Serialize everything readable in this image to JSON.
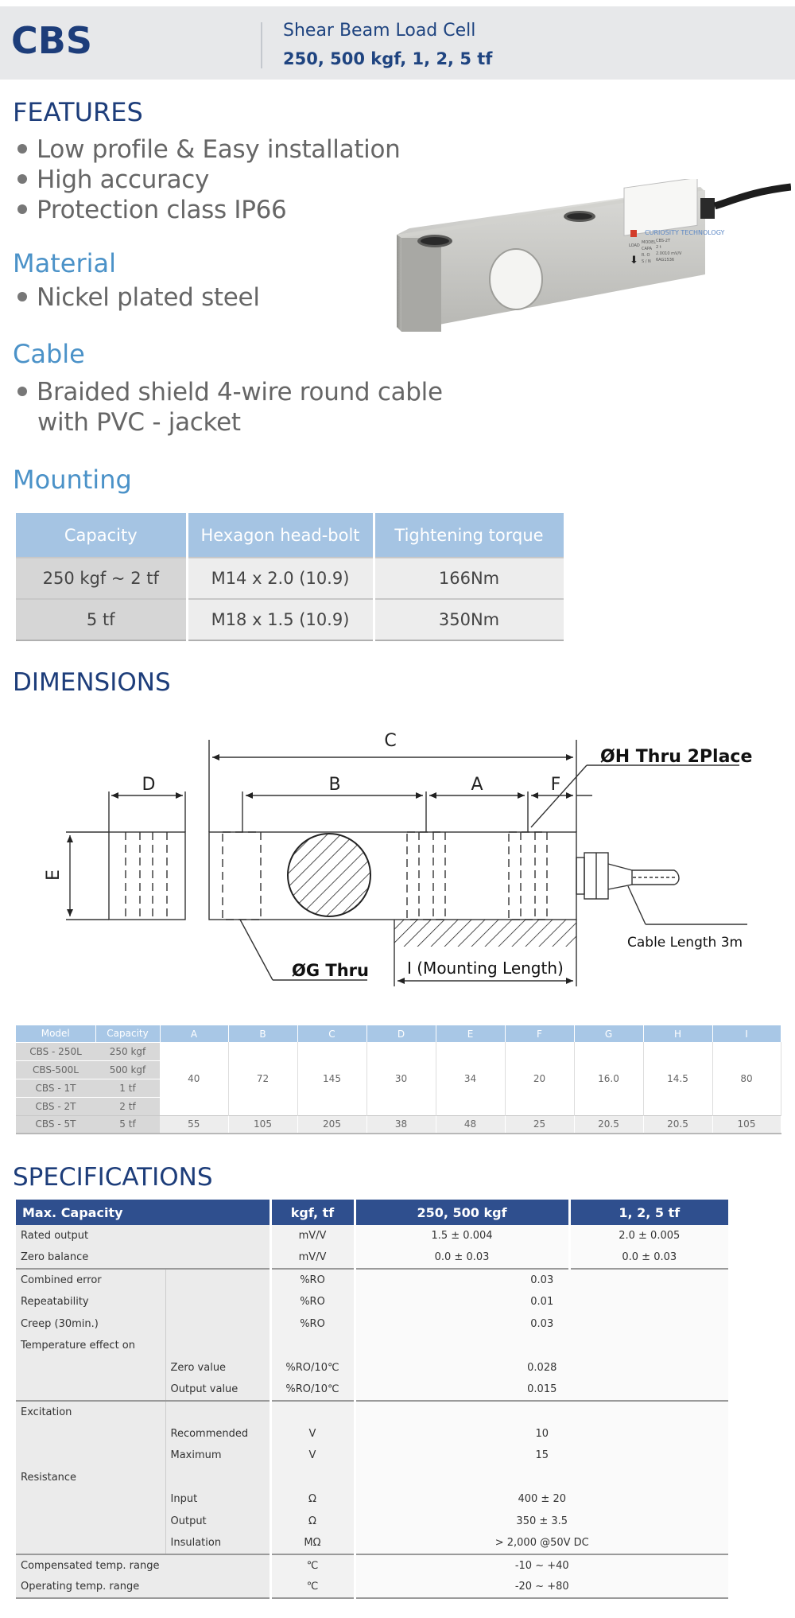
{
  "header": {
    "brand": "CBS",
    "product": "Shear Beam Load Cell",
    "capacities": "250, 500 kgf, 1, 2, 5 tf"
  },
  "features": {
    "title": "FEATURES",
    "items": [
      "Low profile & Easy installation",
      "High accuracy",
      "Protection class IP66"
    ]
  },
  "material": {
    "title": "Material",
    "items": [
      "Nickel plated steel"
    ]
  },
  "cable": {
    "title": "Cable",
    "line1": "Braided shield 4-wire round cable",
    "line2": "with PVC - jacket"
  },
  "mounting": {
    "title": "Mounting",
    "headers": [
      "Capacity",
      "Hexagon head-bolt",
      "Tightening torque"
    ],
    "rows": [
      [
        "250 kgf ~ 2 tf",
        "M14 x 2.0 (10.9)",
        "166Nm"
      ],
      [
        "5 tf",
        "M18 x 1.5 (10.9)",
        "350Nm"
      ]
    ]
  },
  "product_label": {
    "brand": "CURIOSITY TECHNOLOGY",
    "load": "LOAD",
    "model_key": "MODEL",
    "model": "CBS-2T",
    "capa_key": "CAPA",
    "capa": "2 t",
    "ro_key": "R. O",
    "ro": "2.0010 mV/V",
    "sn_key": "S / N",
    "sn": "6AG1536"
  },
  "dimensions": {
    "title": "DIMENSIONS",
    "diagram_labels": {
      "C": "C",
      "D": "D",
      "B": "B",
      "A": "A",
      "F": "F",
      "E": "E",
      "hole_h": "ØH Thru 2Place",
      "hole_g": "ØG Thru",
      "mounting_length": "I (Mounting Length)",
      "cable_length": "Cable Length 3m"
    },
    "table": {
      "headers": [
        "Model",
        "Capacity",
        "A",
        "B",
        "C",
        "D",
        "E",
        "F",
        "G",
        "H",
        "I"
      ],
      "models": [
        [
          "CBS - 250L",
          "250 kgf"
        ],
        [
          "CBS-500L",
          "500 kgf"
        ],
        [
          "CBS - 1T",
          "1 tf"
        ],
        [
          "CBS - 2T",
          "2 tf"
        ]
      ],
      "shared_values": [
        "40",
        "72",
        "145",
        "30",
        "34",
        "20",
        "16.0",
        "14.5",
        "80"
      ],
      "last_model": [
        "CBS - 5T",
        "5 tf"
      ],
      "last_values": [
        "55",
        "105",
        "205",
        "38",
        "48",
        "25",
        "20.5",
        "20.5",
        "105"
      ]
    }
  },
  "specifications": {
    "title": "SPECIFICATIONS",
    "headers": [
      "Max. Capacity",
      "kgf, tf",
      "250, 500 kgf",
      "1, 2, 5 tf"
    ],
    "rows": {
      "rated_output": [
        "Rated output",
        "mV/V",
        "1.5 ± 0.004",
        "2.0 ± 0.005"
      ],
      "zero_balance": [
        "Zero balance",
        "mV/V",
        "0.0 ± 0.03",
        "0.0 ± 0.03"
      ],
      "combined_error": [
        "Combined error",
        "%RO",
        "0.03"
      ],
      "repeatability": [
        "Repeatability",
        "%RO",
        "0.01"
      ],
      "creep": [
        "Creep (30min.)",
        "%RO",
        "0.03"
      ],
      "temp_effect": "Temperature effect on",
      "zero_value": [
        "Zero value",
        "%RO/10℃",
        "0.028"
      ],
      "output_value": [
        "Output  value",
        "%RO/10℃",
        "0.015"
      ],
      "excitation": "Excitation",
      "recommended": [
        "Recommended",
        "V",
        "10"
      ],
      "maximum": [
        "Maximum",
        "V",
        "15"
      ],
      "resistance": "Resistance",
      "input": [
        "Input",
        "Ω",
        "400 ± 20"
      ],
      "output": [
        "Output",
        "Ω",
        "350 ± 3.5"
      ],
      "insulation": [
        "Insulation",
        "MΩ",
        "> 2,000 @50V DC"
      ],
      "comp_temp": [
        "Compensated temp. range",
        "℃",
        "-10 ~ +40"
      ],
      "oper_temp": [
        "Operating temp. range",
        "℃",
        "-20 ~ +80"
      ]
    }
  }
}
